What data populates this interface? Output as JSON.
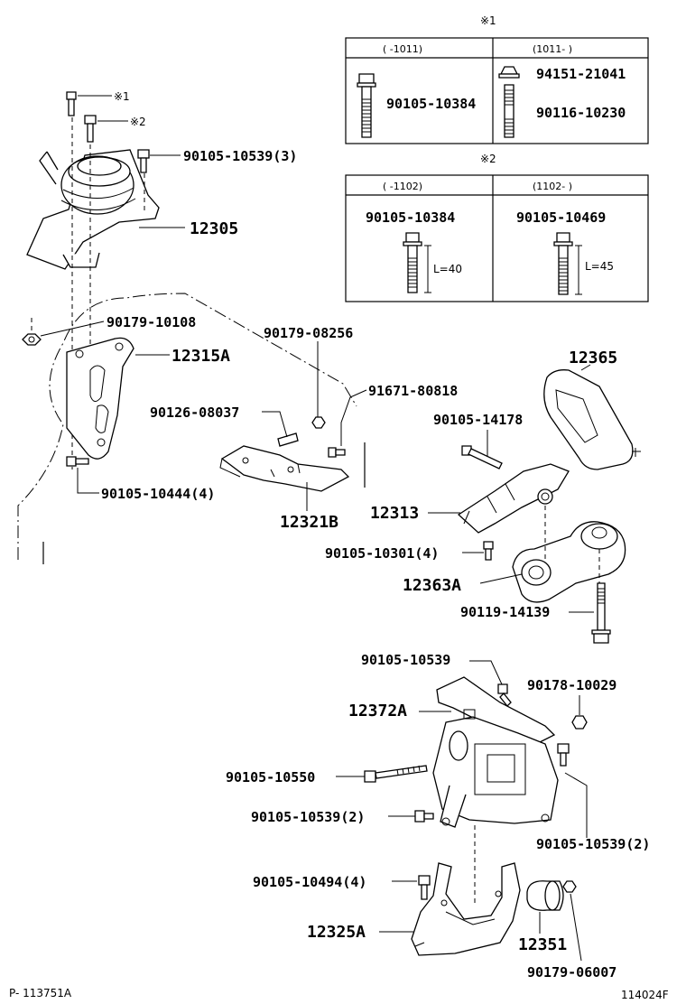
{
  "note_mark_1": "※1",
  "note_mark_2": "※2",
  "table1": {
    "col_left": "(    -1011)",
    "col_right": "(1011-    )",
    "left_part": "90105-10384",
    "right_part_top": "94151-21041",
    "right_part_bottom": "90116-10230"
  },
  "table2": {
    "col_left": "(    -1102)",
    "col_right": "(1102-    )",
    "left_part": "90105-10384",
    "right_part": "90105-10469",
    "left_length": "L=40",
    "right_length": "L=45"
  },
  "labels": {
    "mark1": "※1",
    "mark2": "※2",
    "p90105_10539_3": "90105-10539(3)",
    "p12305": "12305",
    "p90179_10108": "90179-10108",
    "p12315A": "12315A",
    "p90179_08256": "90179-08256",
    "p91671_80818": "91671-80818",
    "p90126_08037": "90126-08037",
    "p90105_10444_4": "90105-10444(4)",
    "p12321B": "12321B",
    "p12365": "12365",
    "p90105_14178": "90105-14178",
    "p12313": "12313",
    "p90105_10301_4": "90105-10301(4)",
    "p12363A": "12363A",
    "p90119_14139": "90119-14139",
    "p90105_10539_a": "90105-10539",
    "p90178_10029": "90178-10029",
    "p12372A": "12372A",
    "p90105_10550": "90105-10550",
    "p90105_10539_2a": "90105-10539(2)",
    "p90105_10539_2b": "90105-10539(2)",
    "p90105_10494_4": "90105-10494(4)",
    "p12325A": "12325A",
    "p12351": "12351",
    "p90179_06007": "90179-06007"
  },
  "footer": {
    "left": "P- 113751A",
    "right": "114024F"
  }
}
